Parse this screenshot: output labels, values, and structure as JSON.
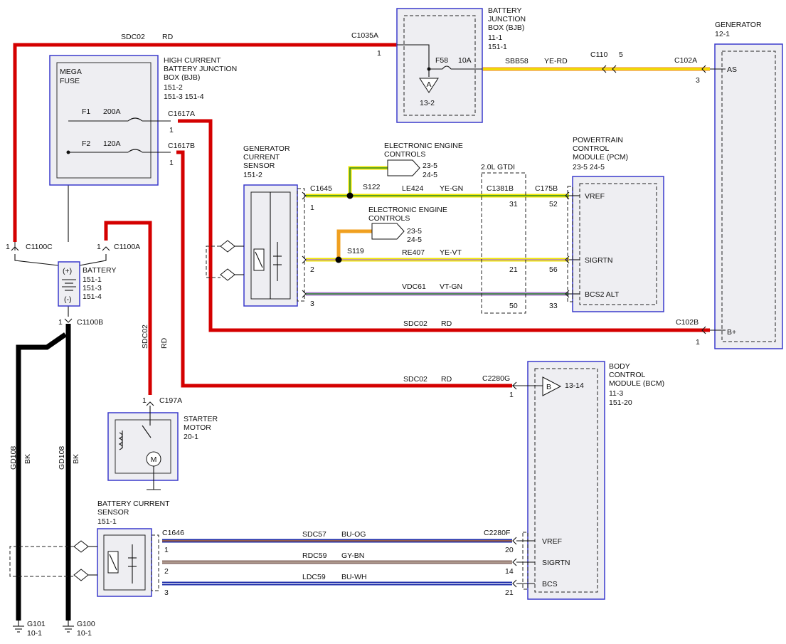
{
  "colors": {
    "red": "#d40000",
    "yellow": "#f0e600",
    "green": "#2c8a2c",
    "orange": "#f0a020",
    "violet": "#b080d0",
    "blue": "#1a2aa8",
    "gray": "#8a6e68",
    "black": "#000000",
    "box_border": "#3a3acc"
  },
  "components": {
    "bjb": {
      "title": [
        "BATTERY",
        "JUNCTION",
        "BOX (BJB)"
      ],
      "refs": [
        "11-1",
        "151-1"
      ],
      "fuse": "F58",
      "rating": "10A",
      "tri": "A",
      "tri_ref": "13-2"
    },
    "hcbjb": {
      "title": [
        "HIGH CURRENT",
        "BATTERY JUNCTION",
        "BOX (BJB)"
      ],
      "refs": [
        "151-2",
        "151-3   151-4"
      ],
      "inner": [
        "MEGA",
        "FUSE"
      ],
      "f1": "F1",
      "f1_rating": "200A",
      "f2": "F2",
      "f2_rating": "120A"
    },
    "generator": {
      "title": "GENERATOR",
      "ref": "12-1",
      "as": "AS",
      "bplus": "B+"
    },
    "gen_sensor": {
      "title": [
        "GENERATOR",
        "CURRENT",
        "SENSOR"
      ],
      "ref": "151-2"
    },
    "eec1": {
      "title": [
        "ELECTRONIC ENGINE",
        "CONTROLS"
      ],
      "refs": [
        "23-5",
        "24-5"
      ]
    },
    "eec2": {
      "title": [
        "ELECTRONIC ENGINE",
        "CONTROLS"
      ],
      "refs": [
        "23-5",
        "24-5"
      ]
    },
    "pcm": {
      "title": [
        "POWERTRAIN",
        "CONTROL",
        "MODULE (PCM)"
      ],
      "refs": "23-5   24-5",
      "vref": "VREF",
      "sigrtn": "SIGRTN",
      "bcs2": "BCS2 ALT"
    },
    "gtdi": "2.0L GTDI",
    "battery": {
      "title": "BATTERY",
      "refs": [
        "151-1",
        "151-3",
        "151-4"
      ],
      "plus": "(+)",
      "minus": "(-)"
    },
    "starter": {
      "title": [
        "STARTER",
        "MOTOR"
      ],
      "ref": "20-1",
      "m": "M"
    },
    "bcm": {
      "title": [
        "BODY",
        "CONTROL",
        "MODULE (BCM)"
      ],
      "refs": [
        "11-3",
        "151-20"
      ],
      "tri": "B",
      "tri_ref": "13-14",
      "vref": "VREF",
      "sigrtn": "SIGRTN",
      "bcs": "BCS"
    },
    "bcs_sensor": {
      "title": [
        "BATTERY CURRENT",
        "SENSOR"
      ],
      "ref": "151-1"
    }
  },
  "connectors": {
    "c1035a": "C1035A",
    "c110": "C110",
    "c110_pin": "5",
    "c102a": "C102A",
    "c1617a": "C1617A",
    "c1617b": "C1617B",
    "c1645": "C1645",
    "c1381b": "C1381B",
    "c175b": "C175B",
    "c102b": "C102B",
    "c1100c": "C1100C",
    "c1100a": "C1100A",
    "c1100b": "C1100B",
    "c197a": "C197A",
    "c2280g": "C2280G",
    "c1646": "C1646",
    "c2280f": "C2280F"
  },
  "pins": {
    "one": "1",
    "two": "2",
    "three": "3",
    "p31": "31",
    "p52": "52",
    "p21": "21",
    "p56": "56",
    "p50": "50",
    "p33": "33",
    "p20": "20",
    "p14": "14",
    "p21b": "21"
  },
  "splices": {
    "s122": "S122",
    "s119": "S119"
  },
  "circuits": {
    "sdc02": "SDC02",
    "rd": "RD",
    "sbb58": "SBB58",
    "ye_rd": "YE-RD",
    "le424": "LE424",
    "ye_gn": "YE-GN",
    "re407": "RE407",
    "ye_vt": "YE-VT",
    "vdc61": "VDC61",
    "vt_gn": "VT-GN",
    "gd108": "GD108",
    "bk": "BK",
    "sdc57": "SDC57",
    "bu_og": "BU-OG",
    "rdc59": "RDC59",
    "gy_bn": "GY-BN",
    "ldc59": "LDC59",
    "bu_wh": "BU-WH"
  },
  "grounds": {
    "g101": "G101",
    "g101_ref": "10-1",
    "g100": "G100",
    "g100_ref": "10-1"
  }
}
